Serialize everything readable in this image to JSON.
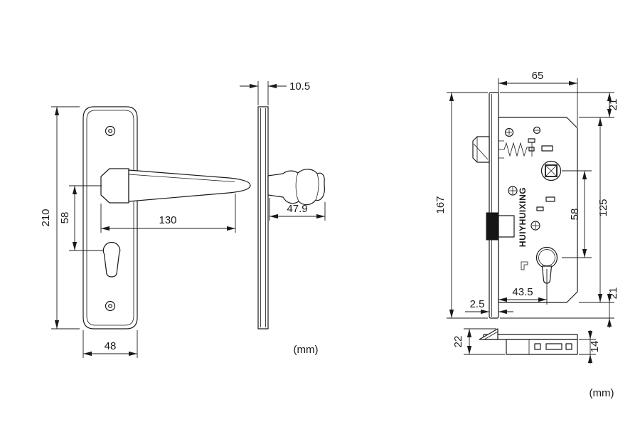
{
  "page": {
    "background": "#ffffff",
    "line_color": "#1a1a1a"
  },
  "front_view": {
    "name": "handle-plate-front-view",
    "dims": {
      "height": "210",
      "axis_gap": "58",
      "handle_length": "130",
      "plate_width": "48"
    }
  },
  "side_view": {
    "name": "handle-plate-side-view",
    "dims": {
      "plate_thickness": "10.5",
      "handle_depth": "47.9"
    },
    "units_label": "(mm)"
  },
  "lock_view": {
    "name": "mortise-lock-front-view",
    "brand": "HUIYHUIXING",
    "dims": {
      "body_width": "65",
      "top_offset": "21",
      "faceplate_height": "167",
      "body_height": "125",
      "axis_gap": "58",
      "bottom_offset": "21",
      "cylinder_offset": "43.5",
      "faceplate_thickness": "2.5"
    }
  },
  "lock_bottom_view": {
    "name": "mortise-lock-bottom-view",
    "dims": {
      "faceplate_width": "22",
      "body_thickness": "14"
    }
  },
  "units_label": "(mm)"
}
